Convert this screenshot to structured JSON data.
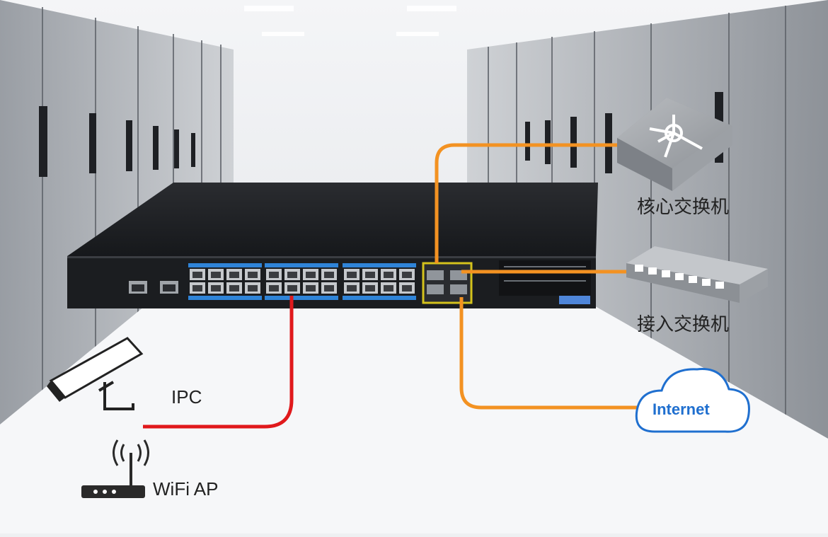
{
  "labels": {
    "ipc": "IPC",
    "wifi_ap": "WiFi AP",
    "core_switch": "核心交换机",
    "access_switch": "接入交换机",
    "internet": "Internet"
  },
  "colors": {
    "red_link": "#e0191c",
    "orange_link": "#f39222",
    "switch_body": "#1d1f22",
    "port_blue": "#2f84d8",
    "cloud_blue": "#1f6fcf"
  },
  "icons": [
    "camera-icon",
    "wifi-ap-icon",
    "core-switch-icon",
    "access-switch-icon",
    "cloud-icon"
  ]
}
